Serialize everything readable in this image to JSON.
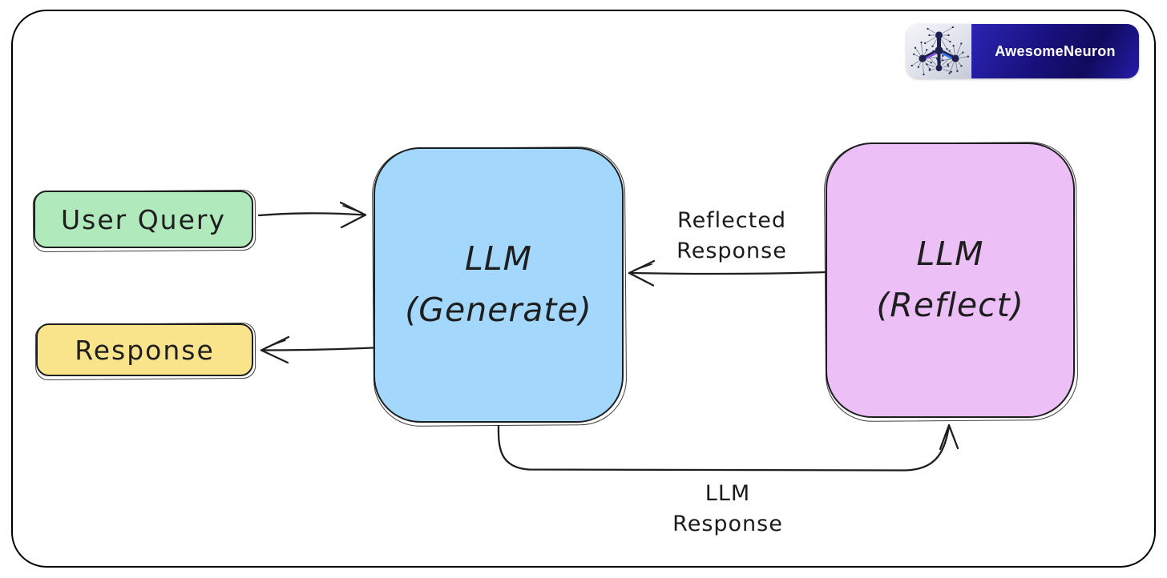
{
  "brand": {
    "name": "AwesomeNeuron",
    "panel_color": "#1a1280",
    "icon": "neuron-network-icon"
  },
  "diagram": {
    "type": "flowchart",
    "style": "hand-drawn",
    "colors": {
      "stroke": "#1e1e1e",
      "background": "#ffffff",
      "user_query_fill": "#b0eabc",
      "response_fill": "#f9e48c",
      "generate_fill": "#a3d7fb",
      "reflect_fill": "#edbff7"
    },
    "nodes": [
      {
        "id": "user-query",
        "label": "User Query",
        "fill": "#b0eabc"
      },
      {
        "id": "response",
        "label": "Response",
        "fill": "#f9e48c"
      },
      {
        "id": "llm-generate",
        "line1": "LLM",
        "line2": "(Generate)",
        "fill": "#a3d7fb"
      },
      {
        "id": "llm-reflect",
        "line1": "LLM",
        "line2": "(Reflect)",
        "fill": "#edbff7"
      }
    ],
    "edges": [
      {
        "id": "user-query-to-generate",
        "from": "user-query",
        "to": "llm-generate",
        "label": ""
      },
      {
        "id": "generate-to-response",
        "from": "llm-generate",
        "to": "response",
        "label": ""
      },
      {
        "id": "reflect-to-generate",
        "from": "llm-reflect",
        "to": "llm-generate",
        "line1": "Reflected",
        "line2": "Response"
      },
      {
        "id": "generate-to-reflect",
        "from": "llm-generate",
        "to": "llm-reflect",
        "line1": "LLM",
        "line2": "Response"
      }
    ]
  }
}
